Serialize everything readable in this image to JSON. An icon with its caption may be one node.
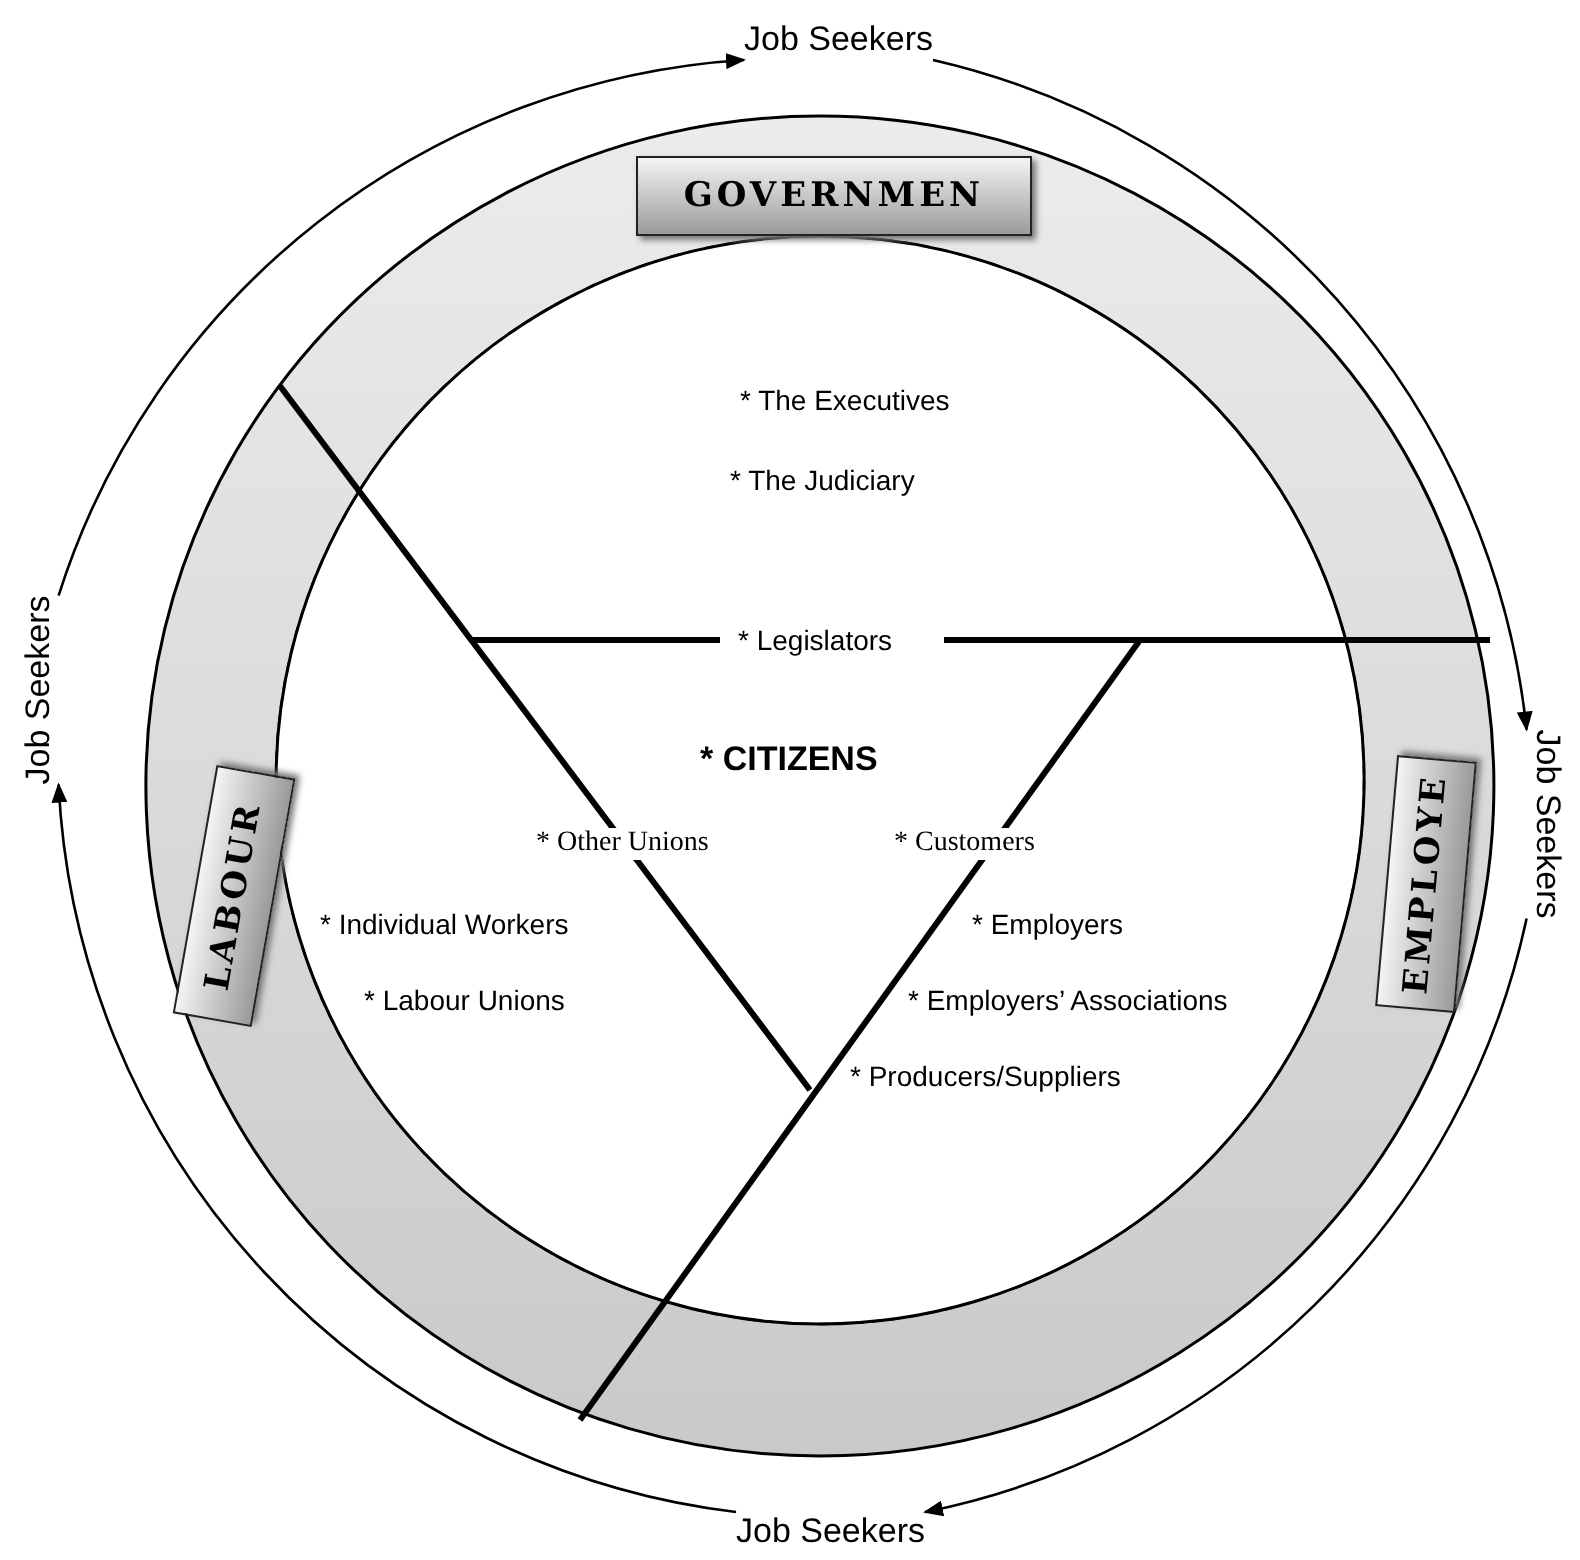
{
  "diagram": {
    "nodes": [
      {
        "text": [
          "Job Seekers"
        ]
      },
      {
        "text": [
          "Job Seekers"
        ]
      },
      {
        "text": [
          "Job Seekers"
        ]
      },
      {
        "text": [
          "Job Seekers"
        ]
      },
      {
        "text": [
          "GOVERNMEN"
        ]
      },
      {
        "text": [
          "LABOUR"
        ]
      },
      {
        "text": [
          "EMPLOYE"
        ]
      }
    ],
    "edges": [
      {
        "from": 1,
        "to": 0,
        "arrow": "to"
      },
      {
        "from": 0,
        "to": 2,
        "arrow": "to"
      },
      {
        "from": 2,
        "to": 3,
        "arrow": "to"
      },
      {
        "from": 3,
        "to": 1,
        "arrow": "to"
      }
    ],
    "labels": [
      "* The Executives",
      "* The Judiciary",
      "* Legislators",
      "* CITIZENS",
      "* Other Unions",
      "* Customers",
      "* Individual Workers",
      "* Employers",
      "* Labour Unions",
      "* Employers’ Associations",
      "* Producers/Suppliers"
    ]
  }
}
